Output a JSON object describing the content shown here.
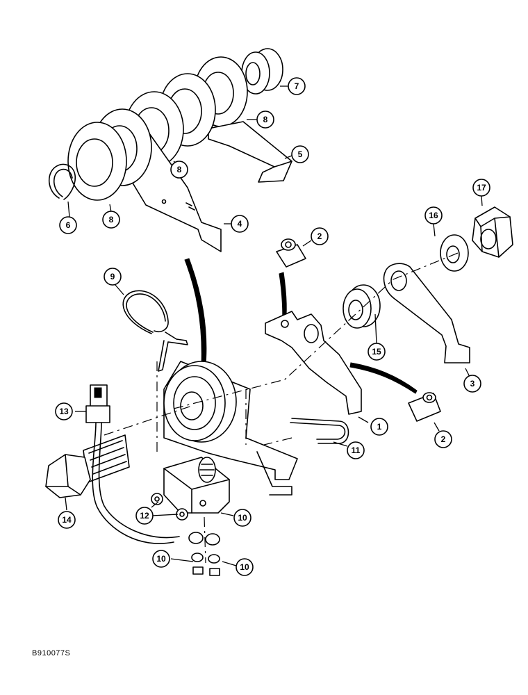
{
  "drawing_id": "B910077S",
  "callouts": [
    {
      "label": "1"
    },
    {
      "label": "2"
    },
    {
      "label": "2"
    },
    {
      "label": "3"
    },
    {
      "label": "4"
    },
    {
      "label": "5"
    },
    {
      "label": "6"
    },
    {
      "label": "7"
    },
    {
      "label": "8"
    },
    {
      "label": "8"
    },
    {
      "label": "8"
    },
    {
      "label": "9"
    },
    {
      "label": "10"
    },
    {
      "label": "10"
    },
    {
      "label": "10"
    },
    {
      "label": "11"
    },
    {
      "label": "12"
    },
    {
      "label": "13"
    },
    {
      "label": "14"
    },
    {
      "label": "15"
    },
    {
      "label": "16"
    },
    {
      "label": "17"
    }
  ]
}
